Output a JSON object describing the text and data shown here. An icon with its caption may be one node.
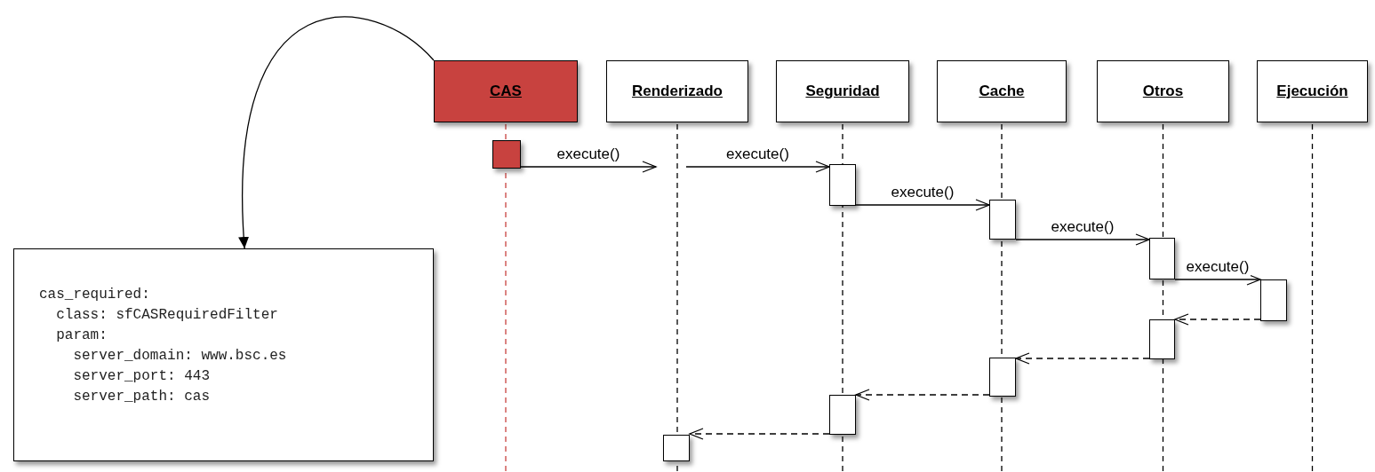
{
  "diagram": {
    "nodes": [
      {
        "text": [
          "CAS"
        ]
      },
      {
        "text": [
          "Renderizado"
        ]
      },
      {
        "text": [
          "Seguridad"
        ]
      },
      {
        "text": [
          "Cache"
        ]
      },
      {
        "text": [
          "Otros"
        ]
      },
      {
        "text": [
          "Ejecución"
        ]
      },
      {
        "text": [
          "cas_required:",
          "  class: sfCASRequiredFilter",
          "  param:",
          "    server_domain: www.bsc.es",
          "    server_port: 443",
          "    server_path: cas"
        ]
      },
      {
        "text": [],
        "shape": "box"
      },
      {
        "text": [],
        "shape": "box"
      },
      {
        "text": [],
        "shape": "box"
      },
      {
        "text": [],
        "shape": "box"
      },
      {
        "text": [],
        "shape": "box"
      },
      {
        "text": [],
        "shape": "box"
      },
      {
        "text": [],
        "shape": "box"
      },
      {
        "text": [],
        "shape": "box"
      },
      {
        "text": [],
        "shape": "box"
      }
    ],
    "edges": [
      {
        "from": 0,
        "to": 6,
        "arrow": "to"
      },
      {
        "from": 7,
        "to": null,
        "arrow": "to",
        "label": "execute()"
      },
      {
        "from": null,
        "to": 8,
        "arrow": "to",
        "label": "execute()"
      },
      {
        "from": 8,
        "to": 9,
        "arrow": "to",
        "label": "execute()"
      },
      {
        "from": 9,
        "to": 10,
        "arrow": "to",
        "label": "execute()"
      },
      {
        "from": 10,
        "to": 11,
        "arrow": "to",
        "label": "execute()"
      },
      {
        "from": 11,
        "to": 12,
        "arrow": "to",
        "style": "dashed"
      },
      {
        "from": 12,
        "to": 13,
        "arrow": "to",
        "style": "dashed"
      },
      {
        "from": 13,
        "to": 14,
        "arrow": "to",
        "style": "dashed"
      },
      {
        "from": 14,
        "to": 15,
        "arrow": "to",
        "style": "dashed"
      }
    ]
  }
}
